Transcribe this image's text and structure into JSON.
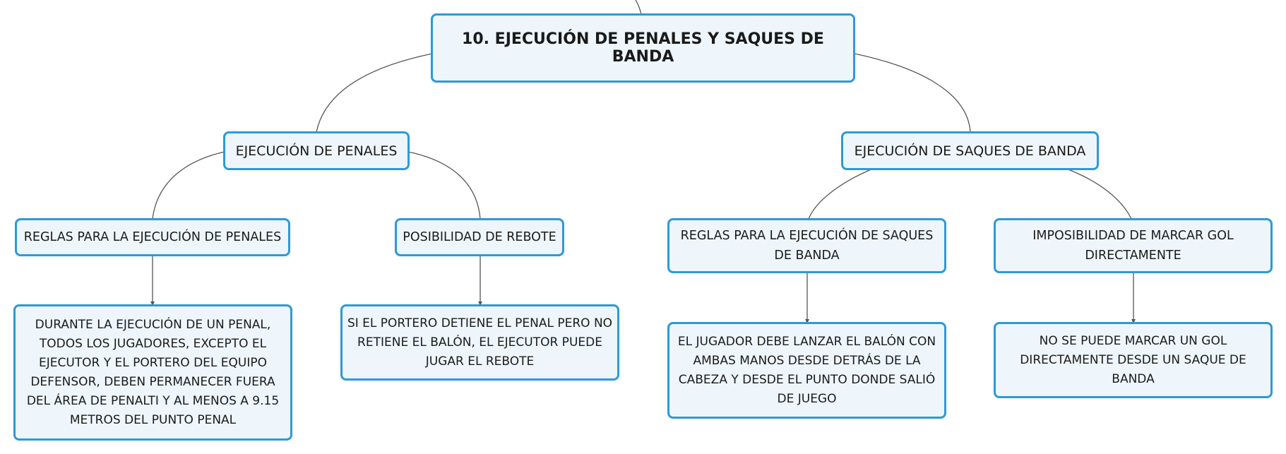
{
  "map": {
    "root": "10. EJECUCIÓN DE PENALES Y SAQUES DE BANDA",
    "branches": [
      {
        "label": "EJECUCIÓN DE PENALES",
        "children": [
          {
            "label": "REGLAS PARA LA EJECUCIÓN DE PENALES",
            "detail": "DURANTE LA EJECUCIÓN DE UN PENAL, TODOS LOS JUGADORES, EXCEPTO EL EJECUTOR Y EL PORTERO DEL EQUIPO DEFENSOR, DEBEN PERMANECER FUERA DEL ÁREA DE PENALTI Y AL MENOS A 9.15 METROS DEL PUNTO PENAL"
          },
          {
            "label": "POSIBILIDAD DE REBOTE",
            "detail": "SI EL PORTERO DETIENE EL PENAL PERO NO RETIENE EL BALÓN, EL EJECUTOR PUEDE JUGAR EL REBOTE"
          }
        ]
      },
      {
        "label": "EJECUCIÓN DE SAQUES DE BANDA",
        "children": [
          {
            "label": "REGLAS PARA LA EJECUCIÓN DE SAQUES DE BANDA",
            "detail": "EL JUGADOR DEBE LANZAR EL BALÓN CON AMBAS MANOS DESDE DETRÁS DE LA CABEZA Y DESDE EL PUNTO DONDE SALIÓ DE JUEGO"
          },
          {
            "label": "IMPOSIBILIDAD DE MARCAR GOL DIRECTAMENTE",
            "detail": "NO SE PUEDE MARCAR UN GOL DIRECTAMENTE DESDE UN SAQUE DE BANDA"
          }
        ]
      }
    ]
  },
  "colors": {
    "node_border": "#2e9ad6",
    "node_fill": "#eef6fc",
    "connector": "#555555",
    "text": "#1a1a1a"
  }
}
